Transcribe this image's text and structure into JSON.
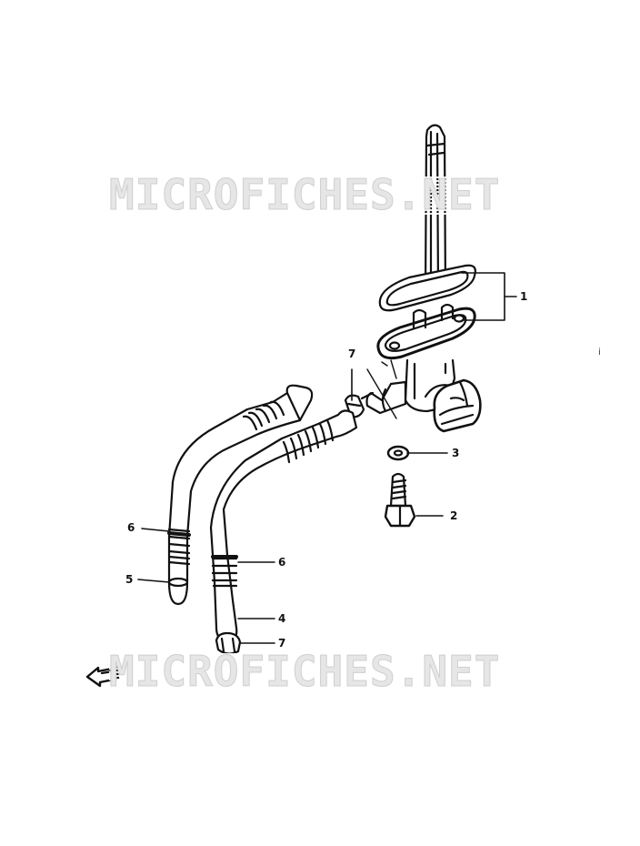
{
  "watermark": "MICROFICHES.NET",
  "callouts": {
    "p1": "1",
    "p2": "2",
    "p3": "3",
    "p4": "4",
    "p5": "5",
    "p6a": "6",
    "p6b": "6",
    "p7a": "7",
    "p7b": "7"
  },
  "stray_mark": "i",
  "colors": {
    "line": "#111111",
    "watermark": "#d9d9d9"
  }
}
